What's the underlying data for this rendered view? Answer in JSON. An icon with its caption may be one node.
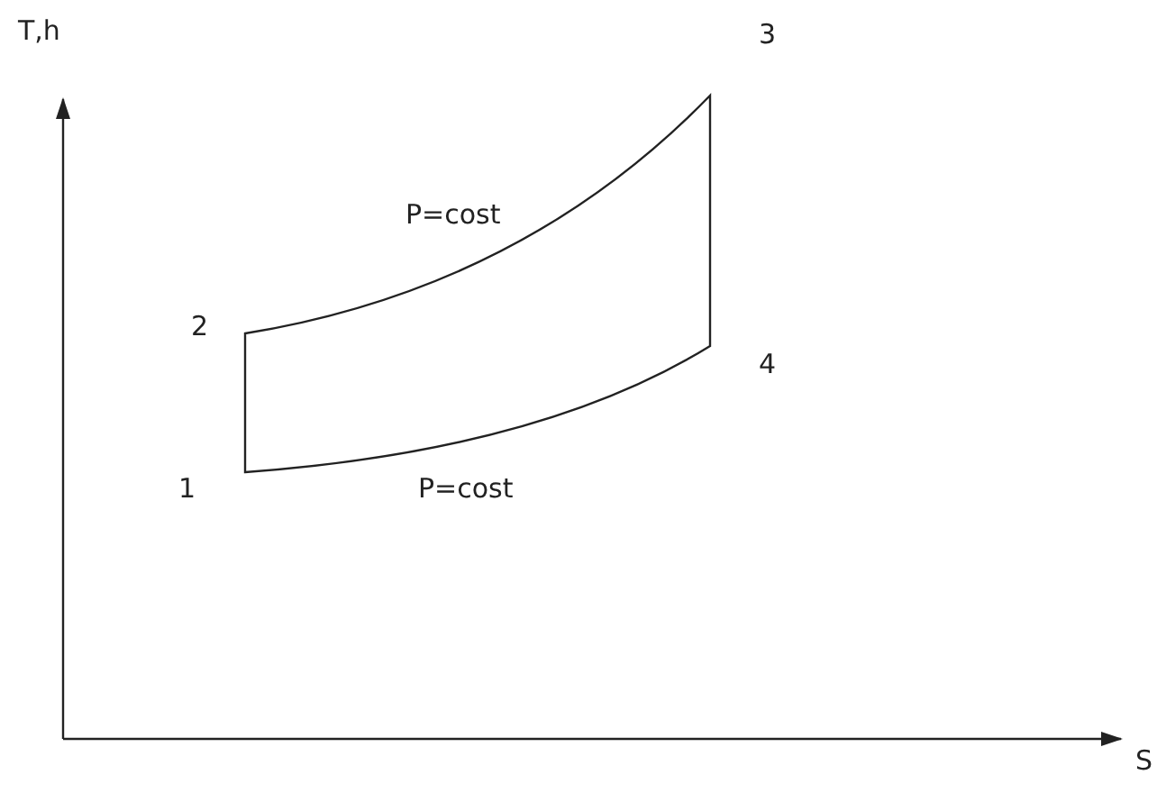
{
  "diagram": {
    "labels": [
      "T,h",
      "3",
      "P=cost",
      "2",
      "4",
      "1",
      "P=cost",
      "S"
    ]
  }
}
